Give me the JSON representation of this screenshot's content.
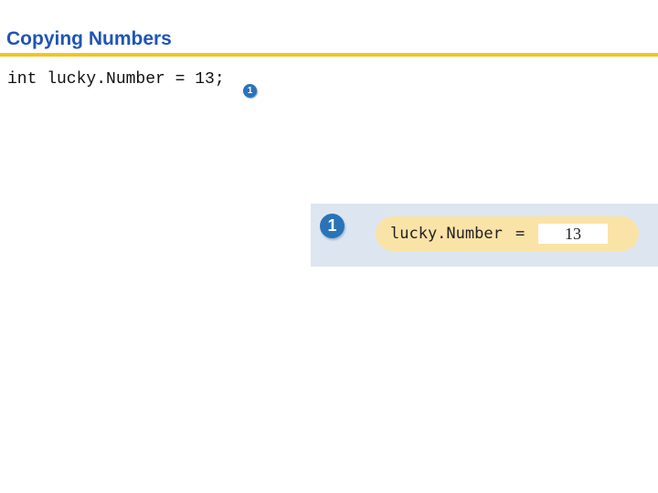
{
  "header": {
    "title": "Copying Numbers",
    "title_color": "#1f55b5",
    "rule_color": "#f2c521"
  },
  "code": {
    "line": "int lucky.Number = 13;",
    "marker": "1"
  },
  "diagram": {
    "step_number": "1",
    "variable_name": "lucky.Number",
    "equals": "=",
    "value": "13",
    "panel_color": "#dde6f0",
    "pill_color": "#fae3a6",
    "badge_color": "#2a73b8"
  }
}
